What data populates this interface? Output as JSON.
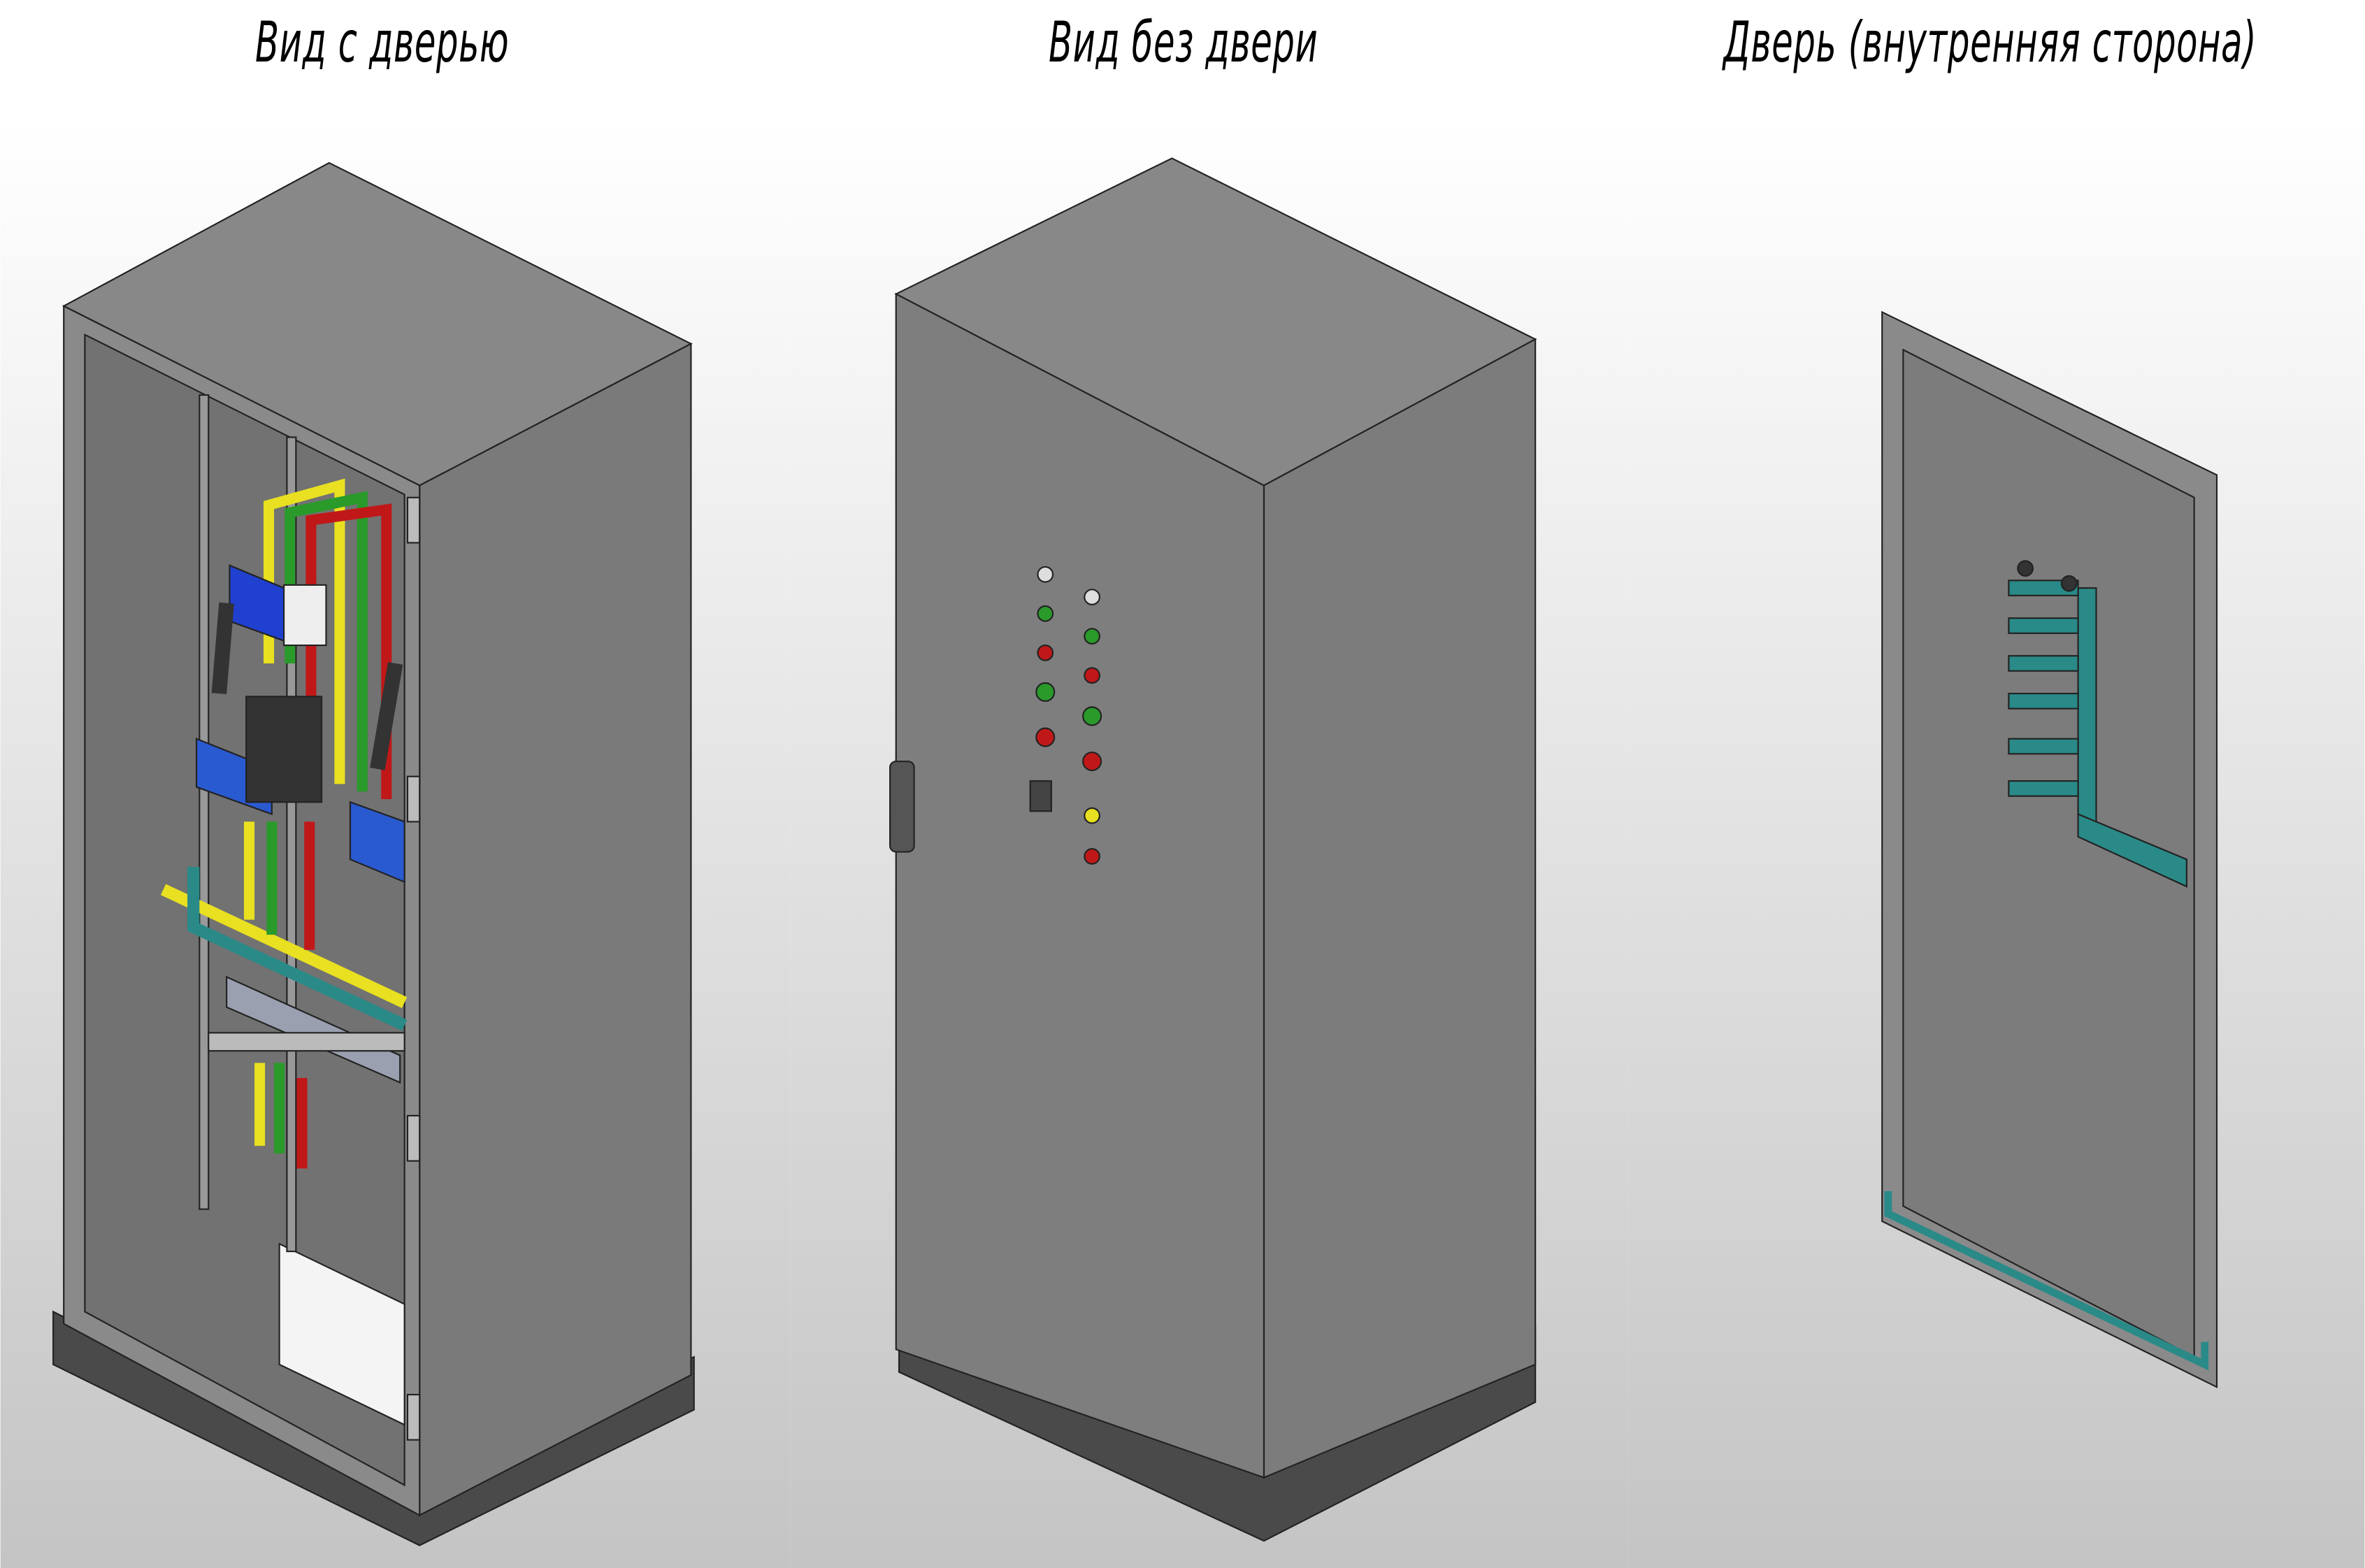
{
  "titles": {
    "view_with_door": "Вид с дверью",
    "view_without_door": "Вид без двери",
    "door_inner_side": "Дверь (внутренняя сторона)"
  },
  "colors": {
    "cabinet_body": "#7d7d7d",
    "cabinet_top": "#888888",
    "plinth": "#4a4a4a",
    "busbar_yellow": "#e8e020",
    "busbar_green": "#2a9a2a",
    "busbar_red": "#c01818",
    "breaker_blue": "#2040d0",
    "rail_teal": "#2a8a88"
  }
}
